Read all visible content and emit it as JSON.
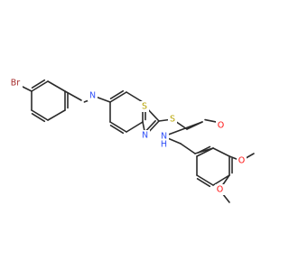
{
  "atoms": {
    "br": "Br",
    "n_imine": "N",
    "s_ring": "S",
    "n_ring": "N",
    "s_thio": "S",
    "o_carbonyl": "O",
    "n_amide": "N",
    "h_amide": "H",
    "o_methoxy_1": "O",
    "o_methoxy_2": "O"
  },
  "colors": {
    "bond": "#2b2b2b",
    "bromine": "#a52a2a",
    "nitrogen": "#3050f8",
    "sulfur": "#b8a400",
    "oxygen": "#ff0d0d"
  }
}
